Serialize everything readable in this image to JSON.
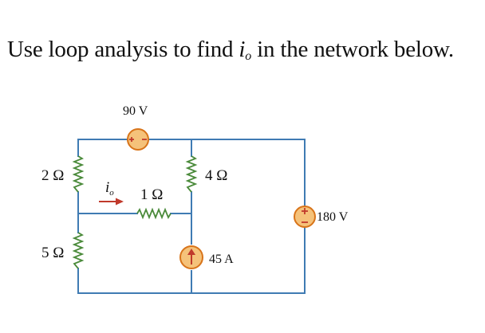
{
  "problem": {
    "text_before": "Use loop analysis to find ",
    "var": "i",
    "var_sub": "o",
    "text_after": " in the network below."
  },
  "circuit": {
    "wire_color": "#3f7bb3",
    "element_color": "#4a8a3a",
    "source_fill": "#f5c27a",
    "source_stroke": "#d8741a",
    "elements": {
      "r1": "2 Ω",
      "r2": "5 Ω",
      "r3": "1 Ω",
      "r4": "4 Ω",
      "v1": "90 V",
      "v2": "180 V",
      "i1": "45 A",
      "current_var": "i",
      "current_sub": "o"
    }
  }
}
